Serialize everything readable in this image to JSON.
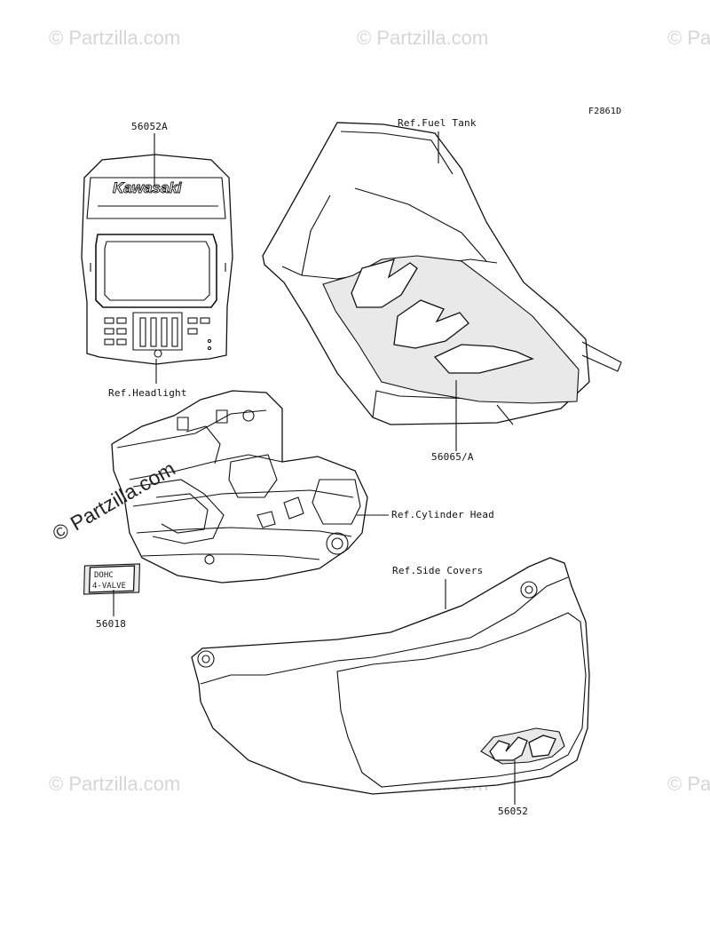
{
  "diagram_code": "F2861D",
  "watermark": {
    "text": "© Partzilla.com"
  },
  "callouts": {
    "headlight_decal_part": "56052A",
    "headlight_ref": "Ref.Headlight",
    "fuel_tank_ref": "Ref.Fuel Tank",
    "fuel_tank_decal_part": "56065/A",
    "cylinder_head_ref": "Ref.Cylinder Head",
    "valve_decal_part": "56018",
    "side_covers_ref": "Ref.Side Covers",
    "side_cover_decal_part": "56052"
  },
  "decal_text": {
    "headlight_logo": "Kawasaki",
    "valve_line1": "DOHC",
    "valve_line2": "4-VALVE"
  }
}
